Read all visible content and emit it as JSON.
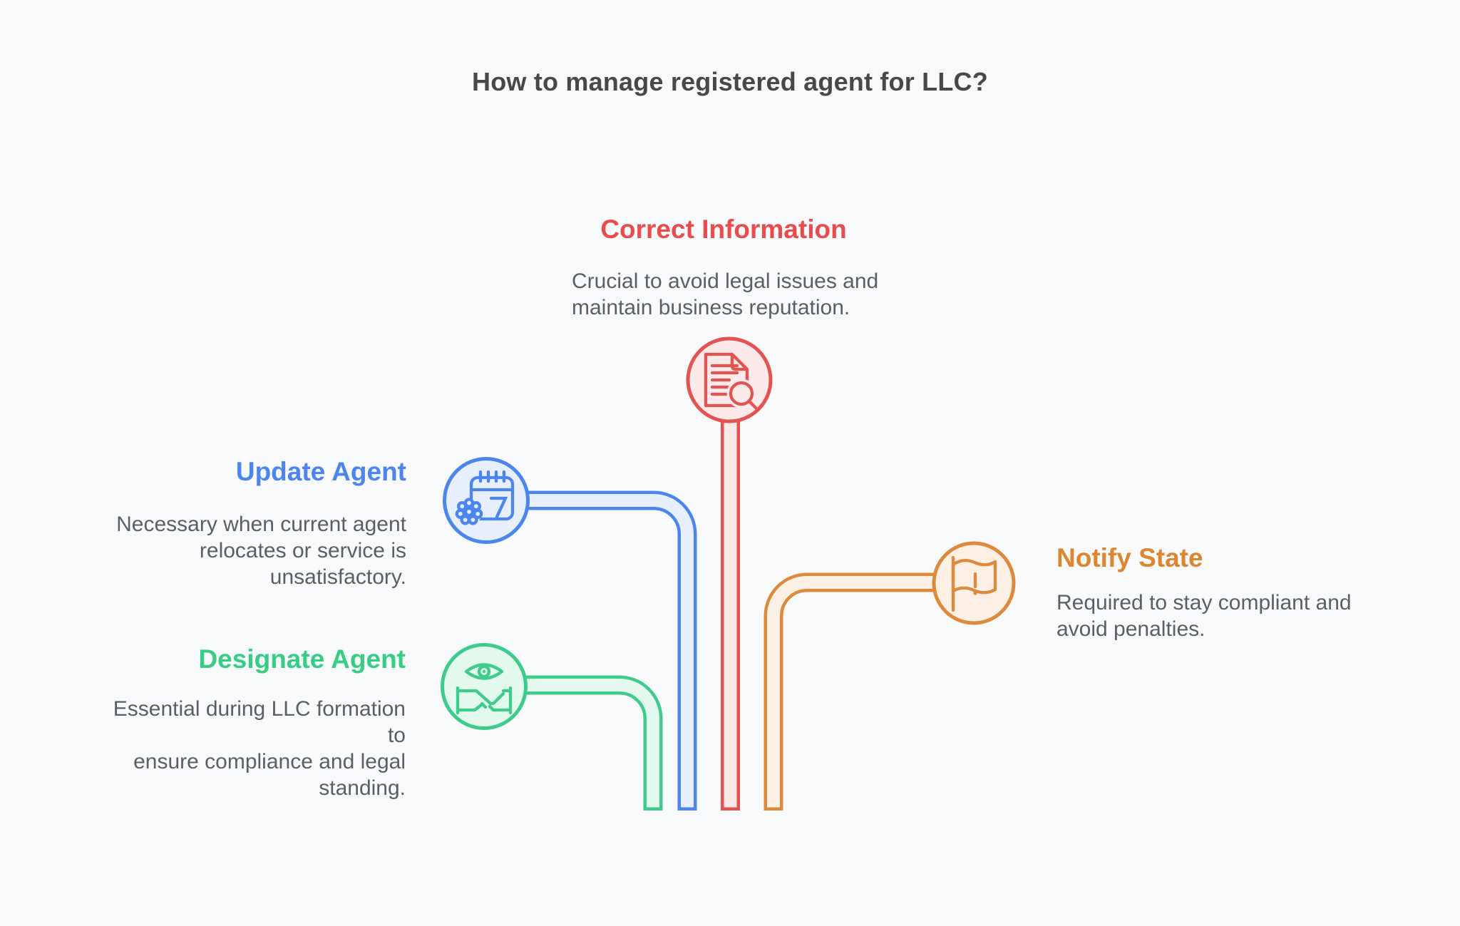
{
  "page": {
    "title": "How to manage registered agent for LLC?",
    "background": "#f8f9fa",
    "title_color": "#484848",
    "body_color": "#5b5f63"
  },
  "branches": [
    {
      "id": "correct-information",
      "label": "Correct Information",
      "description": "Crucial to avoid legal issues and\nmaintain business reputation.",
      "color": "#e25352",
      "fill": "#fbeae9",
      "text_color": "#e84c4c",
      "icon": "document-search-icon"
    },
    {
      "id": "update-agent",
      "label": "Update Agent",
      "description": "Necessary when current agent\nrelocates or service is\nunsatisfactory.",
      "color": "#4c86ec",
      "fill": "#e8effc",
      "text_color": "#4c86ec",
      "icon": "calendar-gear-icon"
    },
    {
      "id": "designate-agent",
      "label": "Designate Agent",
      "description": "Essential during LLC formation to\nensure compliance and legal\nstanding.",
      "color": "#3fcb8c",
      "fill": "#e4f9ee",
      "text_color": "#38cc85",
      "icon": "eye-handshake-icon"
    },
    {
      "id": "notify-state",
      "label": "Notify State",
      "description": "Required to stay compliant and\navoid penalties.",
      "color": "#dc8b3e",
      "fill": "#fbf0e3",
      "text_color": "#dd8632",
      "icon": "flag-alert-icon"
    }
  ]
}
